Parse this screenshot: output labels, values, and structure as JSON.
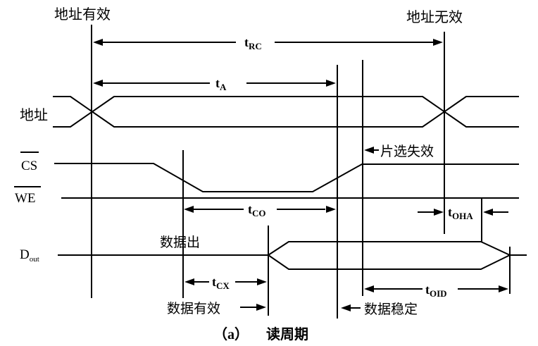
{
  "annotations": {
    "address_valid": "地址有效",
    "address_invalid": "地址无效",
    "chip_select_inactive": "片选失效",
    "data_out": "数据出",
    "data_valid": "数据有效",
    "data_stable": "数据稳定"
  },
  "signal_labels": {
    "address": "地址",
    "chip_select": "CS",
    "write_enable": "WE",
    "data_output_base": "D",
    "data_output_sub": "out"
  },
  "timing_params": {
    "trc": {
      "base": "t",
      "sub": "RC"
    },
    "ta": {
      "base": "t",
      "sub": "A"
    },
    "tco": {
      "base": "t",
      "sub": "CO"
    },
    "toha": {
      "base": "t",
      "sub": "OHA"
    },
    "tcx": {
      "base": "t",
      "sub": "CX"
    },
    "toid": {
      "base": "t",
      "sub": "OID"
    }
  },
  "caption": {
    "index": "（a）",
    "title": "读周期"
  },
  "colors": {
    "line": "#000000",
    "background": "#ffffff"
  }
}
